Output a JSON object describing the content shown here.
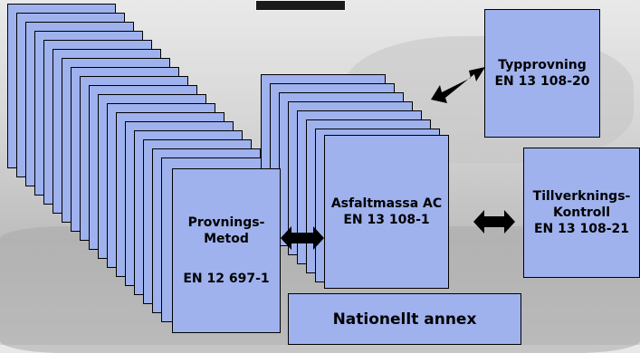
{
  "typprovning": {
    "line1": "Typprovning",
    "line2": "EN 13 108-20"
  },
  "asfaltmassa": {
    "line1": "Asfaltmassa AC",
    "line2": "EN 13 108-1"
  },
  "tillverkning": {
    "line1": "Tillverknings-",
    "line2": "Kontroll",
    "line3": "EN 13 108-21"
  },
  "provning": {
    "line1": "Provnings-",
    "line2": "Metod",
    "line3": "EN 12 697-1"
  },
  "nationellt": {
    "label": "Nationellt annex"
  },
  "colors": {
    "box_fill": "#9fb2ee",
    "arrow": "#000000",
    "background": "#d0d0d0"
  }
}
